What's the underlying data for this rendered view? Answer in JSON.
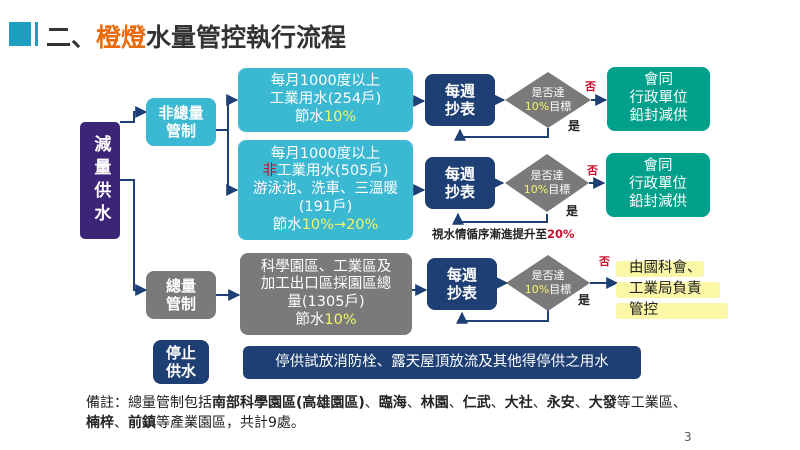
{
  "slide": {
    "title_prefix": "二、",
    "title_highlight": "橙燈",
    "title_rest": "水量管控執行流程",
    "page_number": "3"
  },
  "colors": {
    "accent": "#e96b0c",
    "navy": "#1e3f74",
    "teal": "#3bb8d2",
    "purple": "#3c2577",
    "gray": "#7a7a7a",
    "green": "#00a08a"
  },
  "flow": {
    "root": "減量供水",
    "non_total": "非總量管制",
    "total": "總量管制",
    "stop": "停止供水",
    "box1": {
      "line1": "每月1000度以上",
      "line2": "工業用水(254戶)",
      "save_prefix": "節水",
      "save_value": "10%"
    },
    "box2": {
      "line1": "每月1000度以上",
      "line2_red": "非",
      "line2_rest": "工業用水(505戶)",
      "line3": "游泳池、洗車、三溫暖",
      "line4": "(191戶)",
      "save_prefix": "節水",
      "save_value": "10%→20%"
    },
    "box3": {
      "line1": "科學園區、工業區及",
      "line2": "加工出口區採園區總",
      "line3": "量(1305戶)",
      "save_prefix": "節水",
      "save_value": "10%"
    },
    "stop_text": "停供試放消防栓、露天屋頂放流及其他得停供之用水",
    "weekly": "每週抄表",
    "decision_line1": "是否達",
    "decision_pct": "10%",
    "decision_suffix": "目標",
    "no": "否",
    "yes": "是",
    "result1": {
      "line1": "會同",
      "line2": "行政單位",
      "line3": "鉛封減供"
    },
    "result2": {
      "line1": "會同",
      "line2": "行政單位",
      "line3": "鉛封減供"
    },
    "result3": {
      "line1": "由國科會、",
      "line2": "工業局負責",
      "line3": "管控"
    },
    "escalation_text": "視水情循序漸進提升至",
    "escalation_pct": "20%"
  },
  "note": {
    "label": "備註：",
    "text_intro": "總量管制包括",
    "south_park": "南部科學園區(高雄園區)",
    "sep": "、",
    "lin_hai": "臨海",
    "lin_yuan": "林園",
    "ren_wu": "仁武",
    "da_she": "大社",
    "yong_an": "永安",
    "da_fa": "大發",
    "industrial": "等工業區、",
    "nan_zi": "楠梓",
    "qian_zhen": "前鎮",
    "tail": "等產業園區，共計9處。"
  }
}
